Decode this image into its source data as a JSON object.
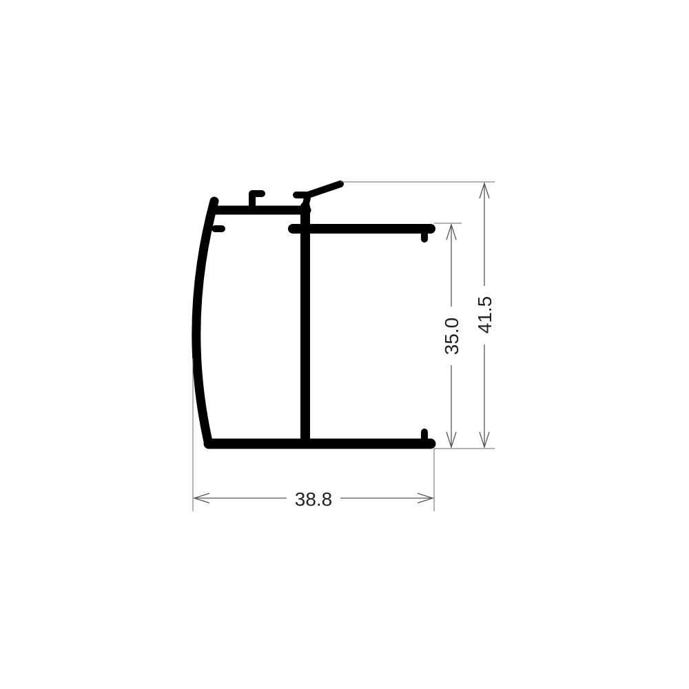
{
  "dimensions": {
    "width": {
      "label": "38.8",
      "value": 38.8
    },
    "inner_height": {
      "label": "35.0",
      "value": 35.0
    },
    "overall_height": {
      "label": "41.5",
      "value": 41.5
    }
  },
  "colors": {
    "profile": "#000000",
    "dimension_lines": "#555555",
    "text": "#222222",
    "background": "#ffffff"
  }
}
